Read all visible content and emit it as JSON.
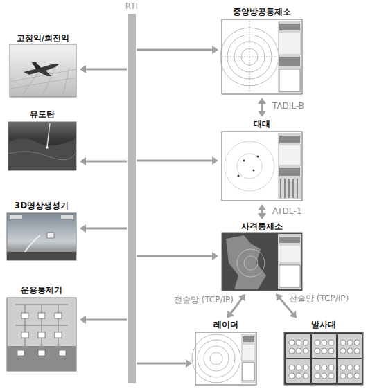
{
  "diagram": {
    "nodes": [
      {
        "text": [
          "RTI"
        ]
      },
      {
        "text": [
          "고정익/회전익"
        ]
      },
      {
        "text": [
          "유도탄"
        ]
      },
      {
        "text": [
          "3D영상생성기"
        ]
      },
      {
        "text": [
          "운용통제기"
        ]
      },
      {
        "text": [
          "중앙방공통제소"
        ]
      },
      {
        "text": [
          "대대"
        ]
      },
      {
        "text": [
          "사격통제소"
        ]
      },
      {
        "text": [
          "레이더"
        ]
      },
      {
        "text": [
          "발사대"
        ]
      }
    ],
    "edges": [
      {
        "from": 0,
        "to": 1,
        "arrow": "to"
      },
      {
        "from": 0,
        "to": 2,
        "arrow": "to"
      },
      {
        "from": 0,
        "to": 3,
        "arrow": "to"
      },
      {
        "from": 0,
        "to": 4,
        "arrow": "to"
      },
      {
        "from": 0,
        "to": 5,
        "arrow": "to"
      },
      {
        "from": 0,
        "to": 6,
        "arrow": "to"
      },
      {
        "from": 0,
        "to": 7,
        "arrow": "to"
      },
      {
        "from": 0,
        "to": 8,
        "arrow": "to"
      },
      {
        "from": 5,
        "to": 6,
        "label": "TADIL-B",
        "arrow": "both"
      },
      {
        "from": 6,
        "to": 7,
        "label": "ATDL-1",
        "arrow": "both"
      },
      {
        "from": 7,
        "to": 8,
        "label": "전술망 (TCP/IP)",
        "arrow": "both"
      },
      {
        "from": 7,
        "to": 9,
        "label": "전술망 (TCP/IP)",
        "arrow": "both"
      }
    ]
  }
}
